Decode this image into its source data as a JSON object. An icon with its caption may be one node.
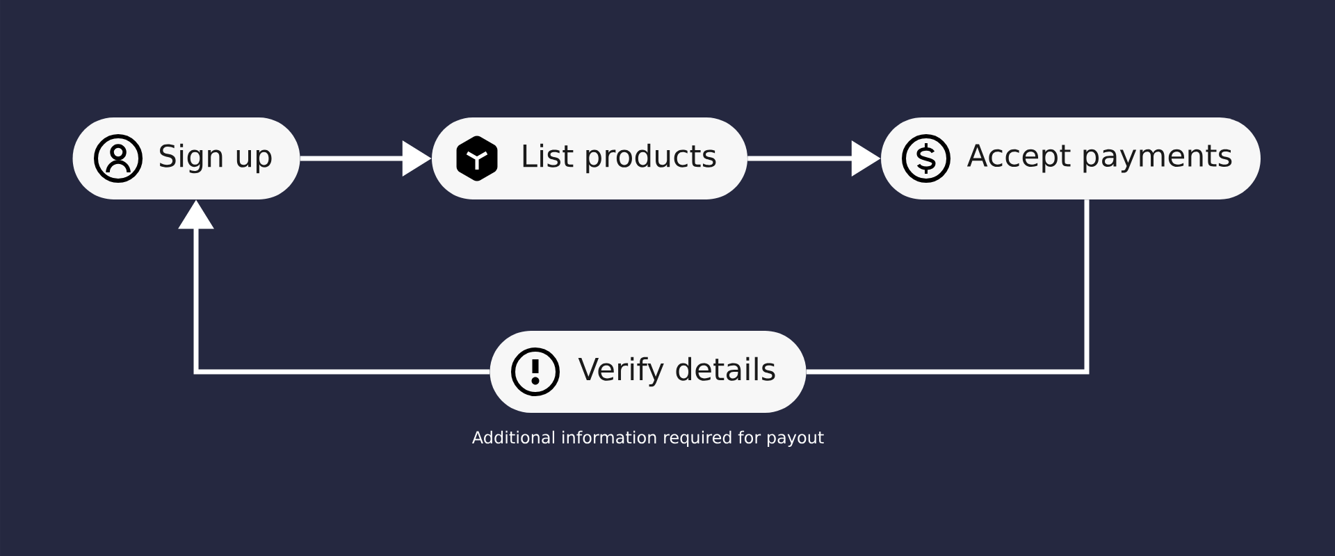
{
  "diagram": {
    "nodes": [
      {
        "text": [
          "Sign up"
        ]
      },
      {
        "text": [
          "List products"
        ]
      },
      {
        "text": [
          "Accept payments"
        ]
      },
      {
        "text": [
          "Verify details"
        ],
        "beside": [
          "Additional information required for payout"
        ]
      }
    ],
    "edges": [
      {
        "from": 0,
        "to": 1,
        "arrow": "to"
      },
      {
        "from": 1,
        "to": 2,
        "arrow": "to"
      },
      {
        "from": 2,
        "to": 3,
        "arrow": "none"
      },
      {
        "from": 3,
        "to": 0,
        "arrow": "to"
      }
    ]
  }
}
